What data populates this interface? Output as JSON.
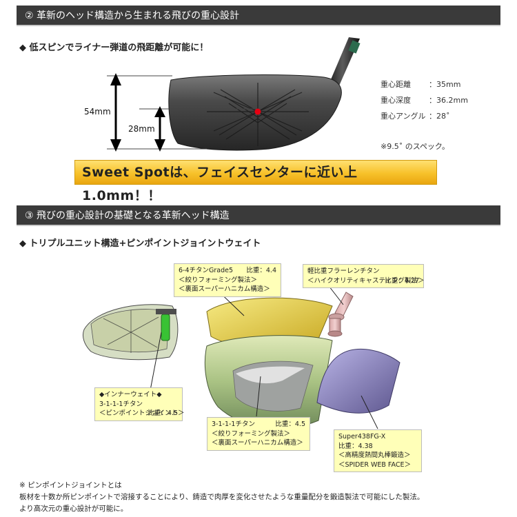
{
  "section2": {
    "title": "② 革新のヘッド構造から生まれる飛びの重心設計",
    "subtitle": "◆ 低スピンでライナー弾道の飛距離が可能に！",
    "dim_outer": "54mm",
    "dim_inner": "28mm",
    "specs": [
      {
        "label": "重心距離",
        "value": "：35mm"
      },
      {
        "label": "重心深度",
        "value": "：36.2mm"
      },
      {
        "label": "重心アングル",
        "value": "：28˚"
      }
    ],
    "spec_note": "※9.5˚ のスペック。",
    "banner": "Sweet Spotは、フェイスセンターに近い上1.0mm！！"
  },
  "section3": {
    "title": "③ 飛びの重心設計の基礎となる革新ヘッド構造",
    "subtitle": "◆ トリプルユニット構造+ピンポイントジョイントウェイト",
    "callouts": {
      "crown": {
        "name": "6-4チタンGrade5",
        "gravity": "比重：4.4",
        "lines": [
          "＜絞りフォーミング製法＞",
          "＜裏面スーパーハニカム構造＞"
        ]
      },
      "hosel": {
        "name": "軽比重フラーレンチタン",
        "gravity": "比重：4.27",
        "lines": [
          "＜ハイクオリティキャスティング製法＞"
        ]
      },
      "inner_weight": {
        "title": "◆インナーウェイト◆",
        "name": "3-1-1-1チタン",
        "gravity": "比重：4.5",
        "lines": [
          "＜ピンポイントジョイント＞"
        ]
      },
      "body": {
        "name": "3-1-1-1チタン",
        "gravity": "比重：4.5",
        "lines": [
          "＜絞りフォーミング製法＞",
          "＜裏面スーパーハニカム構造＞"
        ]
      },
      "face": {
        "name": "Super438FG-X",
        "gravity": "比重：4.38",
        "lines": [
          "＜高精度熱間丸棒鍛造＞",
          "＜SPIDER WEB FACE＞"
        ]
      }
    }
  },
  "footnote": {
    "line1": "※ ピンポイントジョイントとは",
    "line2": "板材を十数か所ピンポイントで溶接することにより、鋳造で肉厚を変化させたような重量配分を鍛造製法で可能にした製法。",
    "line3": "より高次元の重心設計が可能に。"
  },
  "colors": {
    "section_bar": "#3a3a3a",
    "banner_gold": "#f7c12a",
    "callout_bg": "#ffffb8",
    "center_dot": "#e60012"
  }
}
